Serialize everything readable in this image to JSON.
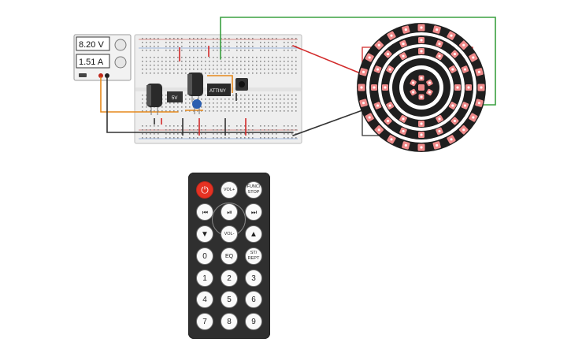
{
  "power_supply": {
    "voltage": "8.20 V",
    "current": "1.51 A"
  },
  "breadboard": {
    "regulator_label": "5V",
    "chip_label": "ATTINY"
  },
  "neopixel_rings": {
    "outer_count": 24,
    "middle_count": 16,
    "inner_count": 12,
    "center_count": 1,
    "led_color": "#f08a8a"
  },
  "remote": {
    "buttons": [
      {
        "id": "power",
        "label": "⏻",
        "icon": "power-icon"
      },
      {
        "id": "vol-up",
        "label": "VOL+"
      },
      {
        "id": "func-stop",
        "label": "FUNC/ STOP"
      },
      {
        "id": "prev",
        "label": "⏮",
        "icon": "skip-back-icon"
      },
      {
        "id": "play-pause",
        "label": "⏯",
        "icon": "play-pause-icon"
      },
      {
        "id": "next",
        "label": "⏭",
        "icon": "skip-forward-icon"
      },
      {
        "id": "down",
        "label": "▼",
        "icon": "arrow-down-icon"
      },
      {
        "id": "vol-down",
        "label": "VOL-"
      },
      {
        "id": "up",
        "label": "▲",
        "icon": "arrow-up-icon"
      },
      {
        "id": "zero",
        "label": "0"
      },
      {
        "id": "eq",
        "label": "EQ"
      },
      {
        "id": "st-rept",
        "label": "ST/ REPT"
      },
      {
        "id": "one",
        "label": "1"
      },
      {
        "id": "two",
        "label": "2"
      },
      {
        "id": "three",
        "label": "3"
      },
      {
        "id": "four",
        "label": "4"
      },
      {
        "id": "five",
        "label": "5"
      },
      {
        "id": "six",
        "label": "6"
      },
      {
        "id": "seven",
        "label": "7"
      },
      {
        "id": "eight",
        "label": "8"
      },
      {
        "id": "nine",
        "label": "9"
      }
    ]
  }
}
